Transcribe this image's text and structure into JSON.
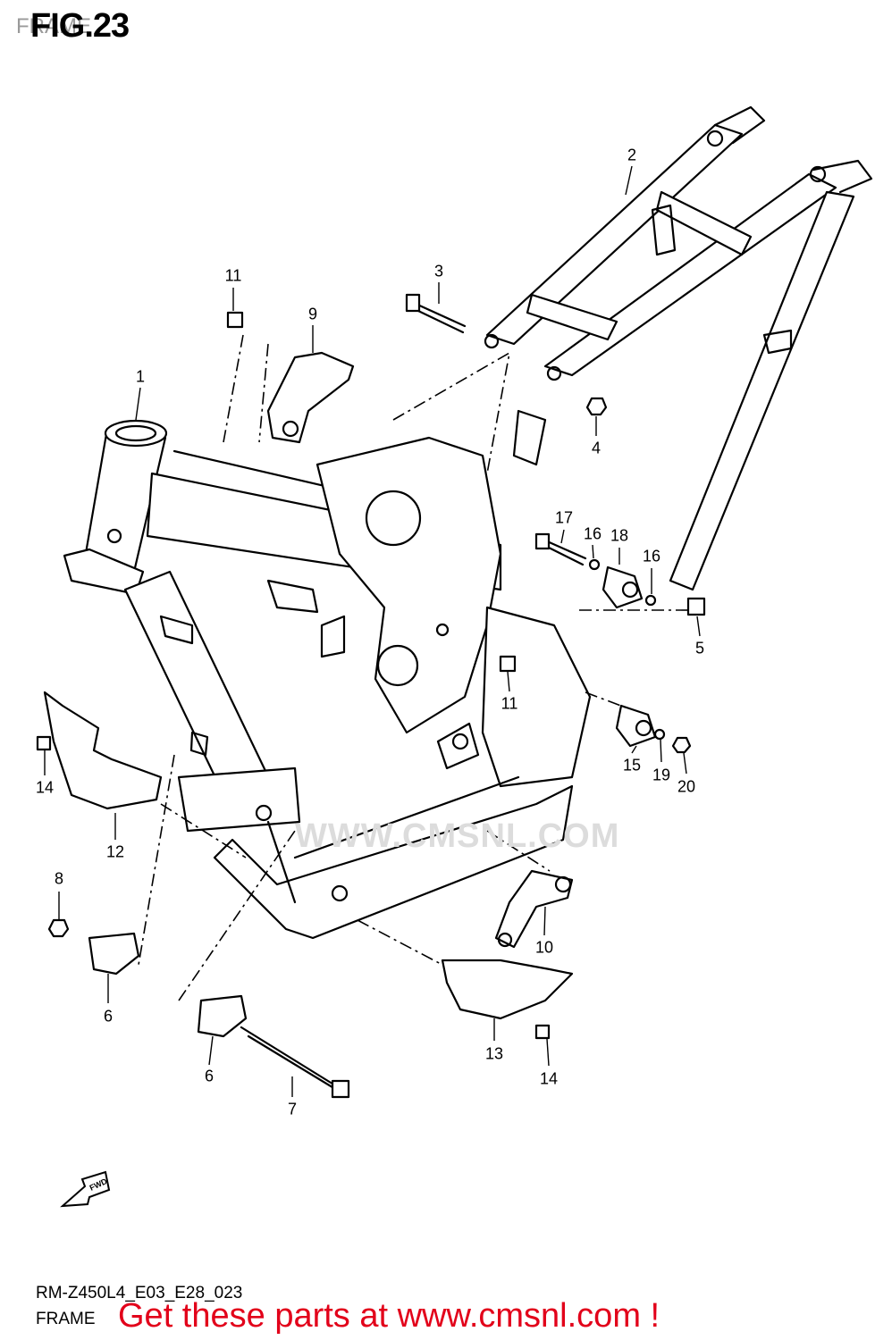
{
  "figure": {
    "title": "FIG.23",
    "ghost_title": "FRAME",
    "model_code": "RM-Z450L4_E03_E28_023",
    "caption": "FRAME"
  },
  "watermark": "WWW.CMSNL.COM",
  "promo": "Get these parts at www.cmsnl.com !",
  "fwd_label": "FWD",
  "callouts": {
    "c1": "1",
    "c2": "2",
    "c3": "3",
    "c4": "4",
    "c5": "5",
    "c6a": "6",
    "c6b": "6",
    "c7": "7",
    "c8": "8",
    "c9": "9",
    "c10": "10",
    "c11a": "11",
    "c11b": "11",
    "c12": "12",
    "c13": "13",
    "c14a": "14",
    "c14b": "14",
    "c15": "15",
    "c16a": "16",
    "c16b": "16",
    "c17": "17",
    "c18": "18",
    "c19": "19",
    "c20": "20"
  },
  "colors": {
    "line": "#000000",
    "watermark": "#dcdcdc",
    "promo": "#e2001a"
  }
}
